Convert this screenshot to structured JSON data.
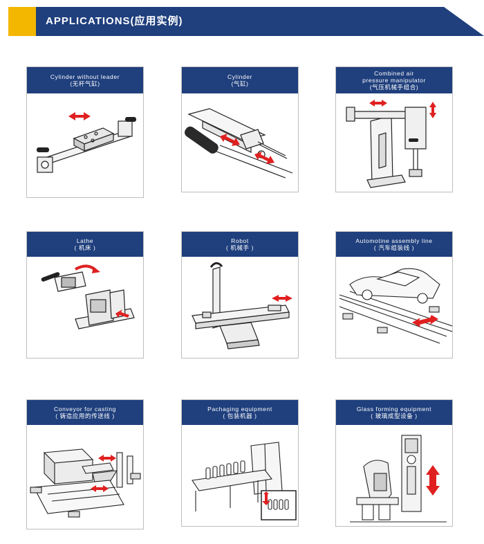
{
  "header": {
    "title": "APPLICATIONS(应用实例)"
  },
  "colors": {
    "navy": "#1f3f7d",
    "gold": "#f3b700",
    "arrow": "#e02020"
  },
  "cards": [
    {
      "title_en": "Cylinder without leader",
      "title_cn": "(无杆气缸)"
    },
    {
      "title_en": "Cylinder",
      "title_cn": "(气缸)"
    },
    {
      "title_en": "Combined air",
      "title_en2": "pressure manipulator",
      "title_cn": "(气压机械手组合)"
    },
    {
      "title_en": "Lathe",
      "title_cn": "( 机床 )"
    },
    {
      "title_en": "Robot",
      "title_cn": "( 机械手 )"
    },
    {
      "title_en": "Automotine assembly line",
      "title_cn": "( 汽车组装线 )"
    },
    {
      "title_en": "Conveyor for casting",
      "title_cn": "( 铸造应用的传送线 )"
    },
    {
      "title_en": "Pachaging equipment",
      "title_cn": "( 包装机器 )"
    },
    {
      "title_en": "Glass forming equipment",
      "title_cn": "( 玻璃成型设备 )"
    }
  ]
}
